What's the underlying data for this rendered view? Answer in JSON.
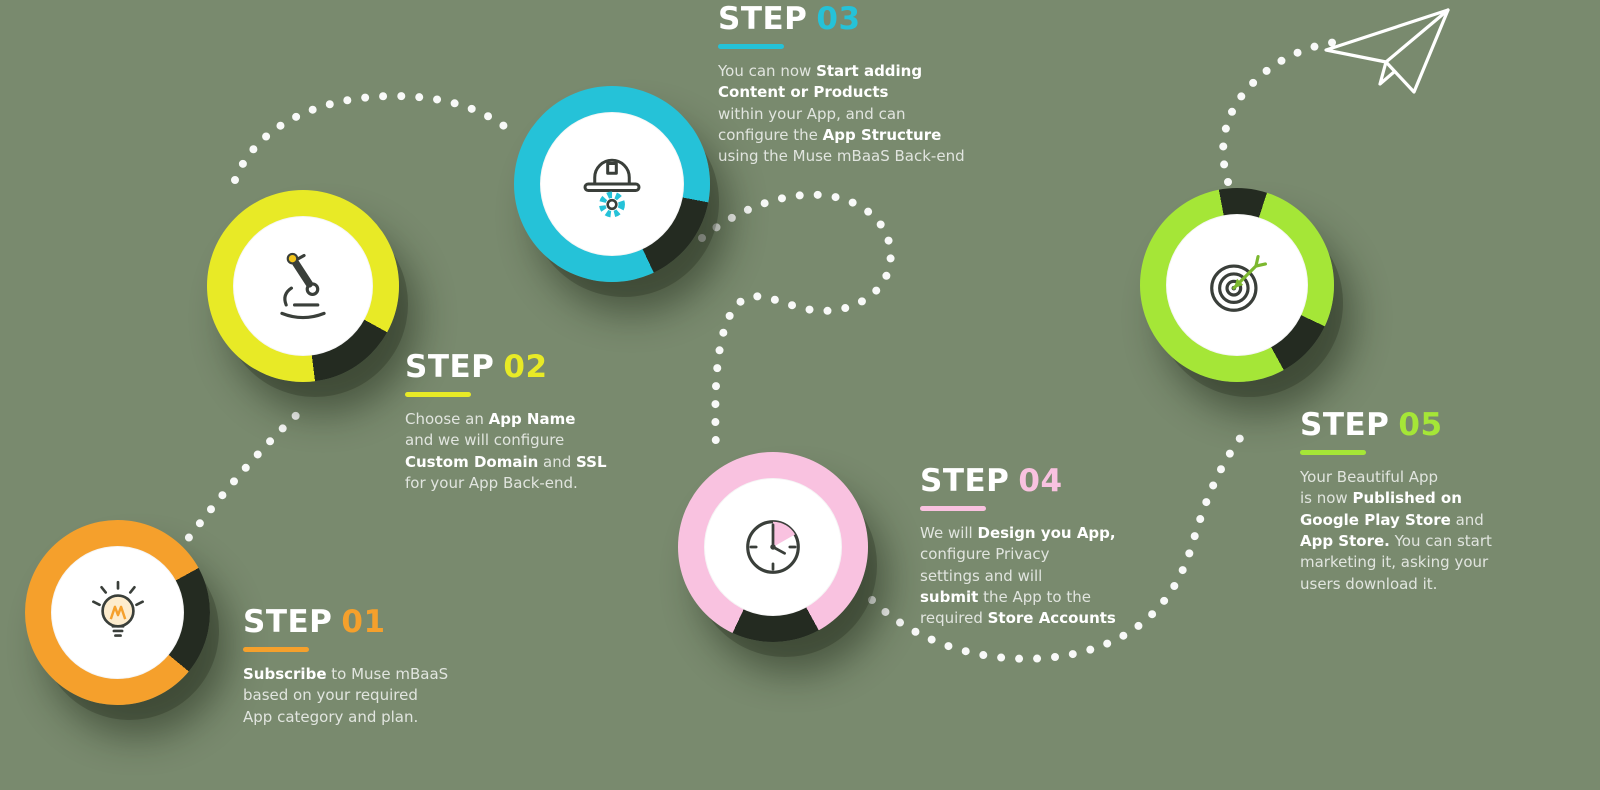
{
  "colors": {
    "background": "#798a6e",
    "ring_dark": "#242b21",
    "dots": "#ffffff"
  },
  "plane": {
    "icon": "paper-plane-icon"
  },
  "steps": [
    {
      "label": "STEP",
      "number": "01",
      "color": "#f5a02c",
      "icon": "lightbulb-icon",
      "body": [
        {
          "text": "Subscribe",
          "bold": true
        },
        {
          "text": " to Muse mBaaS\nbased on your required\nApp category and plan.",
          "bold": false
        }
      ]
    },
    {
      "label": "STEP",
      "number": "02",
      "color": "#e8ea26",
      "icon": "microscope-icon",
      "body": [
        {
          "text": "Choose an ",
          "bold": false
        },
        {
          "text": "App Name",
          "bold": true
        },
        {
          "text": "\nand we will configure\n",
          "bold": false
        },
        {
          "text": "Custom Domain",
          "bold": true
        },
        {
          "text": " and ",
          "bold": false
        },
        {
          "text": "SSL",
          "bold": true
        },
        {
          "text": "\nfor your App Back-end.",
          "bold": false
        }
      ]
    },
    {
      "label": "STEP",
      "number": "03",
      "color": "#25c2d8",
      "icon": "hard-hat-icon",
      "body": [
        {
          "text": "You can now ",
          "bold": false
        },
        {
          "text": "Start adding\nContent or Products",
          "bold": true
        },
        {
          "text": "\nwithin your App, and can\nconfigure the ",
          "bold": false
        },
        {
          "text": "App Structure",
          "bold": true
        },
        {
          "text": "\nusing the Muse mBaaS Back-end",
          "bold": false
        }
      ]
    },
    {
      "label": "STEP",
      "number": "04",
      "color": "#f9c2e0",
      "icon": "clock-icon",
      "body": [
        {
          "text": "We will ",
          "bold": false
        },
        {
          "text": "Design you App,",
          "bold": true
        },
        {
          "text": "\nconfigure Privacy\nsettings and will\n",
          "bold": false
        },
        {
          "text": "submit",
          "bold": true
        },
        {
          "text": " the App to the\nrequired ",
          "bold": false
        },
        {
          "text": "Store Accounts",
          "bold": true
        }
      ]
    },
    {
      "label": "STEP",
      "number": "05",
      "color": "#a5e637",
      "icon": "target-icon",
      "body": [
        {
          "text": "Your Beautiful App\nis now ",
          "bold": false
        },
        {
          "text": "Published on\nGoogle Play Store",
          "bold": true
        },
        {
          "text": " and\n",
          "bold": false
        },
        {
          "text": "App Store.",
          "bold": true
        },
        {
          "text": " You can start\nmarketing it, asking your\nusers download it.",
          "bold": false
        }
      ]
    }
  ]
}
